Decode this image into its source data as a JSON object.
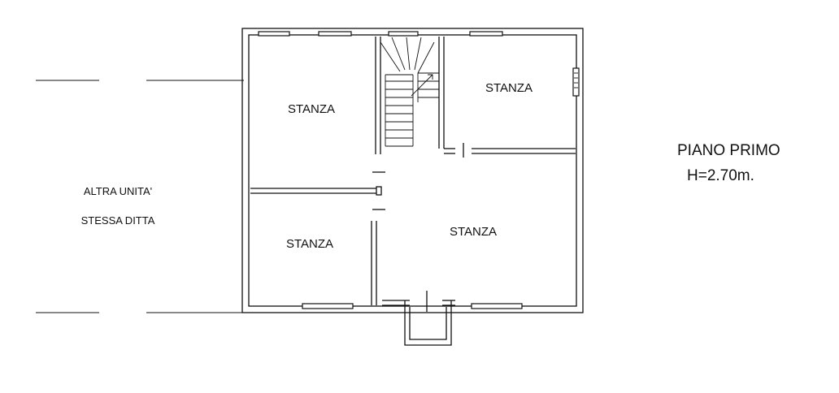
{
  "rooms": {
    "top_left": "STANZA",
    "top_right": "STANZA",
    "bottom_left": "STANZA",
    "bottom_right": "STANZA"
  },
  "neighbor": {
    "line1": "ALTRA UNITA'",
    "line2": "STESSA DITTA"
  },
  "floor": {
    "name": "PIANO PRIMO",
    "height": "H=2.70m."
  }
}
